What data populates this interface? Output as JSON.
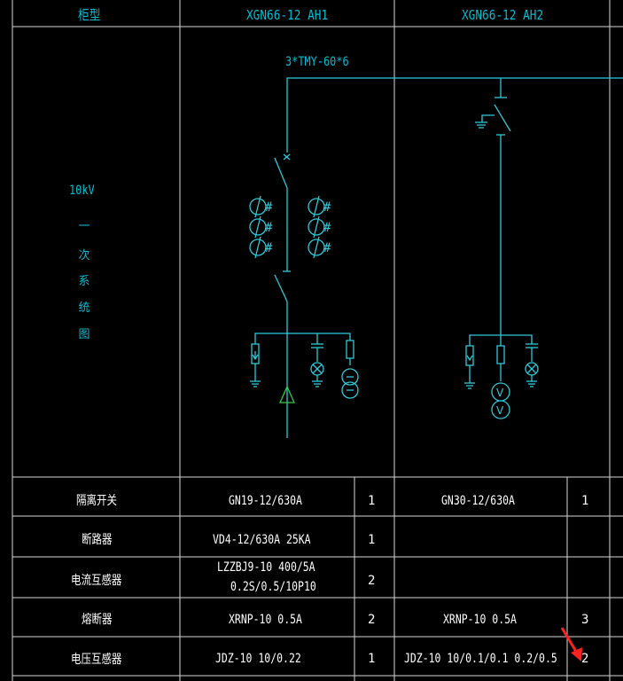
{
  "header": {
    "type_label": "柜型",
    "col1_title": "XGN66-12   AH1",
    "col2_title": "XGN66-12   AH2"
  },
  "diagram": {
    "busbar_label": "3*TMY-60*6",
    "section_voltage": "10kV",
    "section_chars": [
      "一",
      "次",
      "系",
      "统",
      "图"
    ]
  },
  "table": {
    "rows": [
      {
        "name": "隔离开关",
        "ah1_model": "GN19-12/630A",
        "ah1_qty": "1",
        "ah2_model": "GN30-12/630A",
        "ah2_qty": "1"
      },
      {
        "name": "断路器",
        "ah1_model": "VD4-12/630A 25KA",
        "ah1_qty": "1",
        "ah2_model": "",
        "ah2_qty": ""
      },
      {
        "name": "电流互感器",
        "ah1_model_line1": "LZZBJ9-10   400/5A",
        "ah1_model_line2": "0.2S/0.5/10P10",
        "ah1_qty": "2",
        "ah2_model": "",
        "ah2_qty": ""
      },
      {
        "name": "熔断器",
        "ah1_model": "XRNP-10  0.5A",
        "ah1_qty": "2",
        "ah2_model": "XRNP-10  0.5A",
        "ah2_qty": "3"
      },
      {
        "name": "电压互感器",
        "ah1_model": "JDZ-10  10/0.22",
        "ah1_qty": "1",
        "ah2_model": "JDZ-10  10/0.1/0.1   0.2/0.5",
        "ah2_qty": "2"
      }
    ]
  },
  "colors": {
    "background": "#000000",
    "grid": "#d8d8d8",
    "line": "#2dc9d9",
    "ground_arrow": "#2ecc40",
    "annotation_arrow": "#ff2020"
  }
}
